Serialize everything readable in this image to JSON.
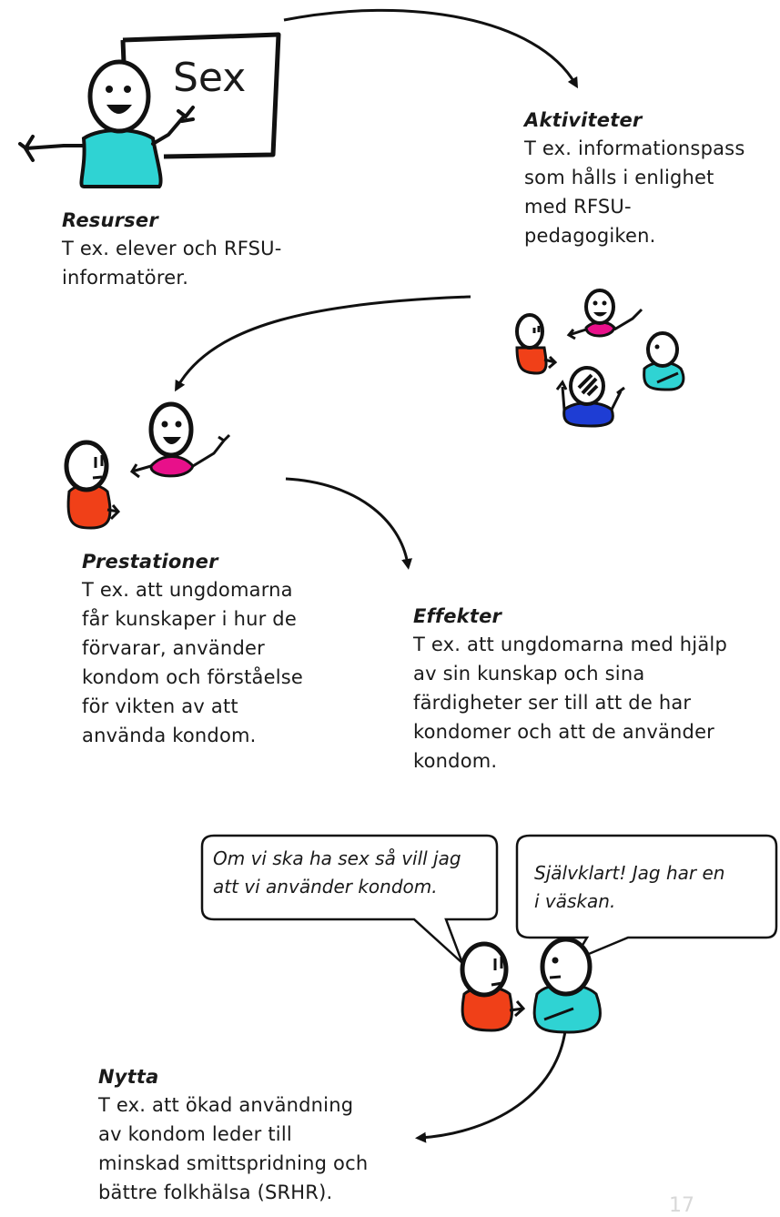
{
  "board_text": "Sex",
  "resurser": {
    "title": "Resurser",
    "body": "T ex. elever och RFSU-\ninformatörer."
  },
  "aktiviteter": {
    "title": "Aktiviteter",
    "body": "T ex. informationspass\nsom hålls i enlighet\nmed RFSU-\npedagogiken."
  },
  "prestationer": {
    "title": "Prestationer",
    "body": "T ex. att ungdomarna\nfår kunskaper i hur de\nförvarar, använder\nkondom och förståelse\nför vikten av att\nanvända kondom."
  },
  "effekter": {
    "title": "Effekter",
    "body": "T ex. att ungdomarna med hjälp\nav sin kunskap och sina\nfärdigheter ser till att de har\nkondomer och att de använder\nkondom."
  },
  "bubble_left": "Om vi ska ha sex så vill jag\natt vi använder kondom.",
  "bubble_right": "Självklart! Jag har en\ni väskan.",
  "nytta": {
    "title": "Nytta",
    "body": "T ex. att ökad användning\nav kondom leder till\nminskad smittspridning och\nbättre folkhälsa (SRHR)."
  },
  "page_number": "17",
  "colors": {
    "cyan": "#2fd3d3",
    "pink": "#e8108a",
    "orange": "#f04018",
    "blue": "#1e3dd4",
    "ink": "#111111"
  }
}
